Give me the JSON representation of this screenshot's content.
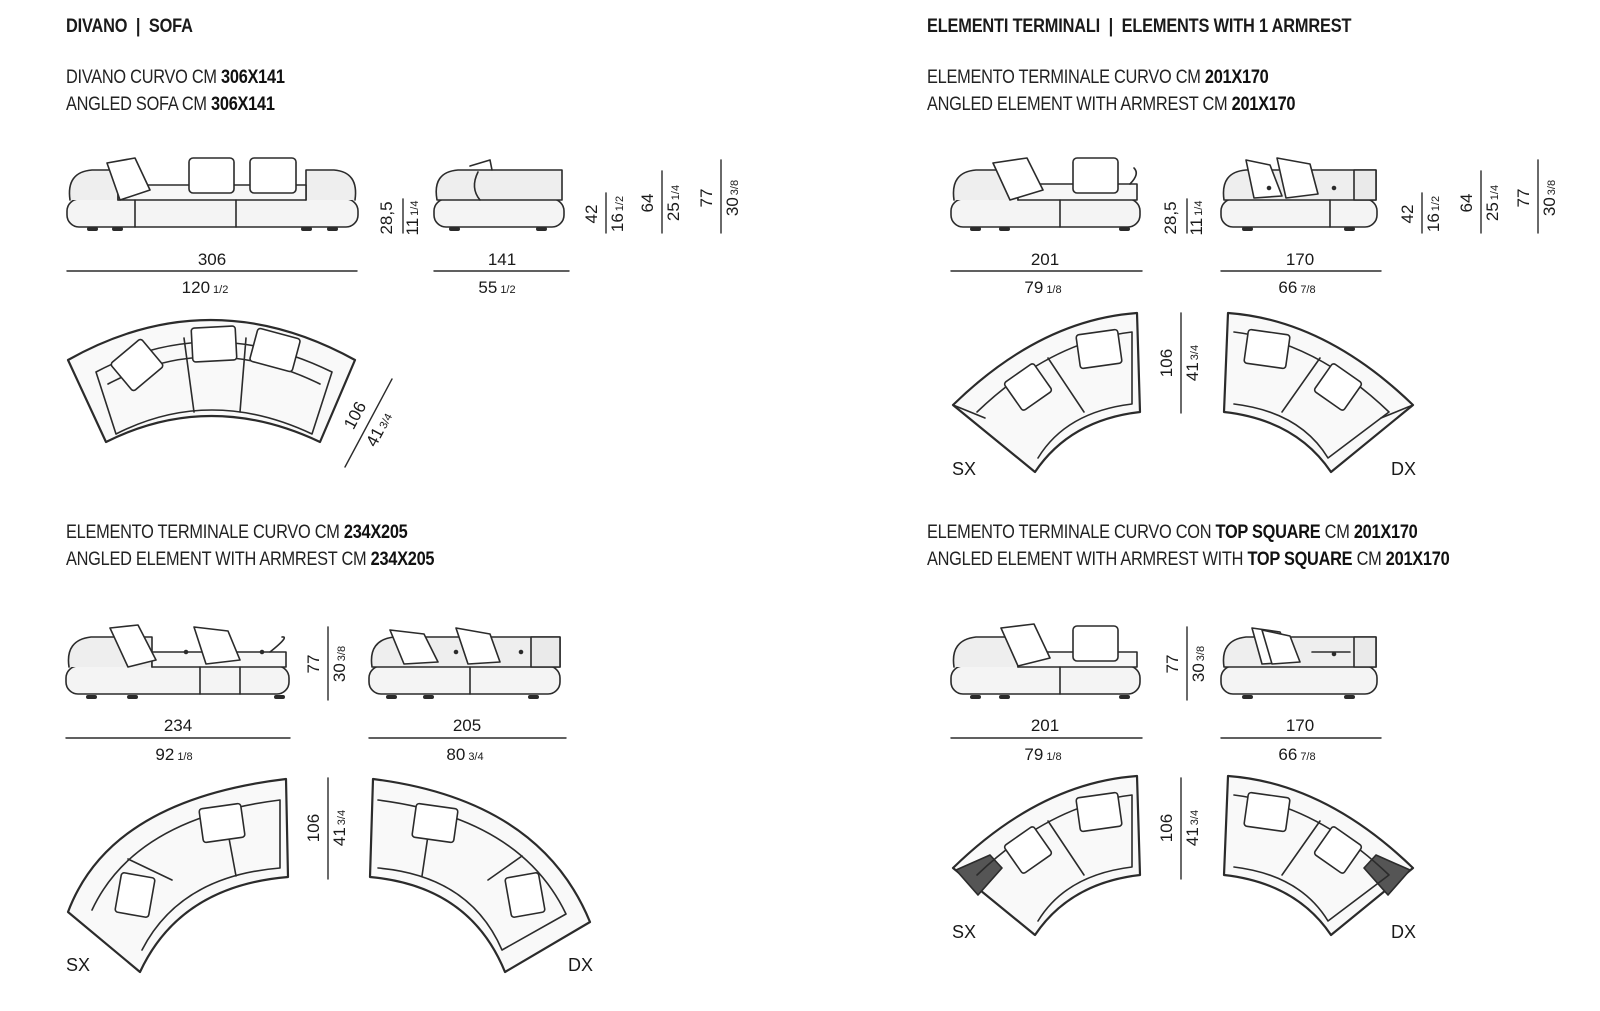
{
  "headers": {
    "left_a": "DIVANO",
    "left_b": "SOFA",
    "right_a": "ELEMENTI TERMINALI",
    "right_b": "ELEMENTS WITH 1 ARMREST",
    "separator": "|"
  },
  "sections": {
    "sofa": {
      "line1_text": "DIVANO CURVO CM ",
      "line1_dim": "306X141",
      "line2_text": "ANGLED SOFA CM ",
      "line2_dim": "306X141",
      "width_cm": "306",
      "width_in": "120",
      "width_in_frac": "1/2",
      "depth_cm": "141",
      "depth_in": "55",
      "depth_in_frac": "1/2",
      "seat_h_cm": "28,5",
      "seat_h_in": "11",
      "seat_h_in_frac": "1/4",
      "h42_cm": "42",
      "h42_in": "16",
      "h42_in_frac": "1/2",
      "h64_cm": "64",
      "h64_in": "25",
      "h64_in_frac": "1/4",
      "h77_cm": "77",
      "h77_in": "30",
      "h77_in_frac": "3/8",
      "diag_cm": "106",
      "diag_in": "41",
      "diag_in_frac": "3/4"
    },
    "armrest_201": {
      "line1_text": "ELEMENTO TERMINALE CURVO CM ",
      "line1_dim": "201X170",
      "line2_text": "ANGLED ELEMENT WITH ARMREST CM ",
      "line2_dim": "201X170",
      "width_cm": "201",
      "width_in": "79",
      "width_in_frac": "1/8",
      "depth_cm": "170",
      "depth_in": "66",
      "depth_in_frac": "7/8",
      "seat_h_cm": "28,5",
      "seat_h_in": "11",
      "seat_h_in_frac": "1/4",
      "h42_cm": "42",
      "h42_in": "16",
      "h42_in_frac": "1/2",
      "h64_cm": "64",
      "h64_in": "25",
      "h64_in_frac": "1/4",
      "h77_cm": "77",
      "h77_in": "30",
      "h77_in_frac": "3/8",
      "plan_cm": "106",
      "plan_in": "41",
      "plan_in_frac": "3/4",
      "label_sx": "SX",
      "label_dx": "DX"
    },
    "armrest_234": {
      "line1_text": "ELEMENTO TERMINALE CURVO CM ",
      "line1_dim": "234X205",
      "line2_text": "ANGLED ELEMENT WITH ARMREST CM ",
      "line2_dim": "234X205",
      "width_cm": "234",
      "width_in": "92",
      "width_in_frac": "1/8",
      "depth_cm": "205",
      "depth_in": "80",
      "depth_in_frac": "3/4",
      "h77_cm": "77",
      "h77_in": "30",
      "h77_in_frac": "3/8",
      "plan_cm": "106",
      "plan_in": "41",
      "plan_in_frac": "3/4",
      "label_sx": "SX",
      "label_dx": "DX"
    },
    "topsquare": {
      "line1_text": "ELEMENTO TERMINALE CURVO CON ",
      "line1_bold": "TOP SQUARE",
      "line1_text2": " CM ",
      "line1_dim": "201X170",
      "line2_text": "ANGLED ELEMENT WITH ARMREST WITH ",
      "line2_bold": "TOP SQUARE",
      "line2_text2": " CM ",
      "line2_dim": "201X170",
      "width_cm": "201",
      "width_in": "79",
      "width_in_frac": "1/8",
      "depth_cm": "170",
      "depth_in": "66",
      "depth_in_frac": "7/8",
      "h77_cm": "77",
      "h77_in": "30",
      "h77_in_frac": "3/8",
      "plan_cm": "106",
      "plan_in": "41",
      "plan_in_frac": "3/4",
      "label_sx": "SX",
      "label_dx": "DX"
    }
  }
}
